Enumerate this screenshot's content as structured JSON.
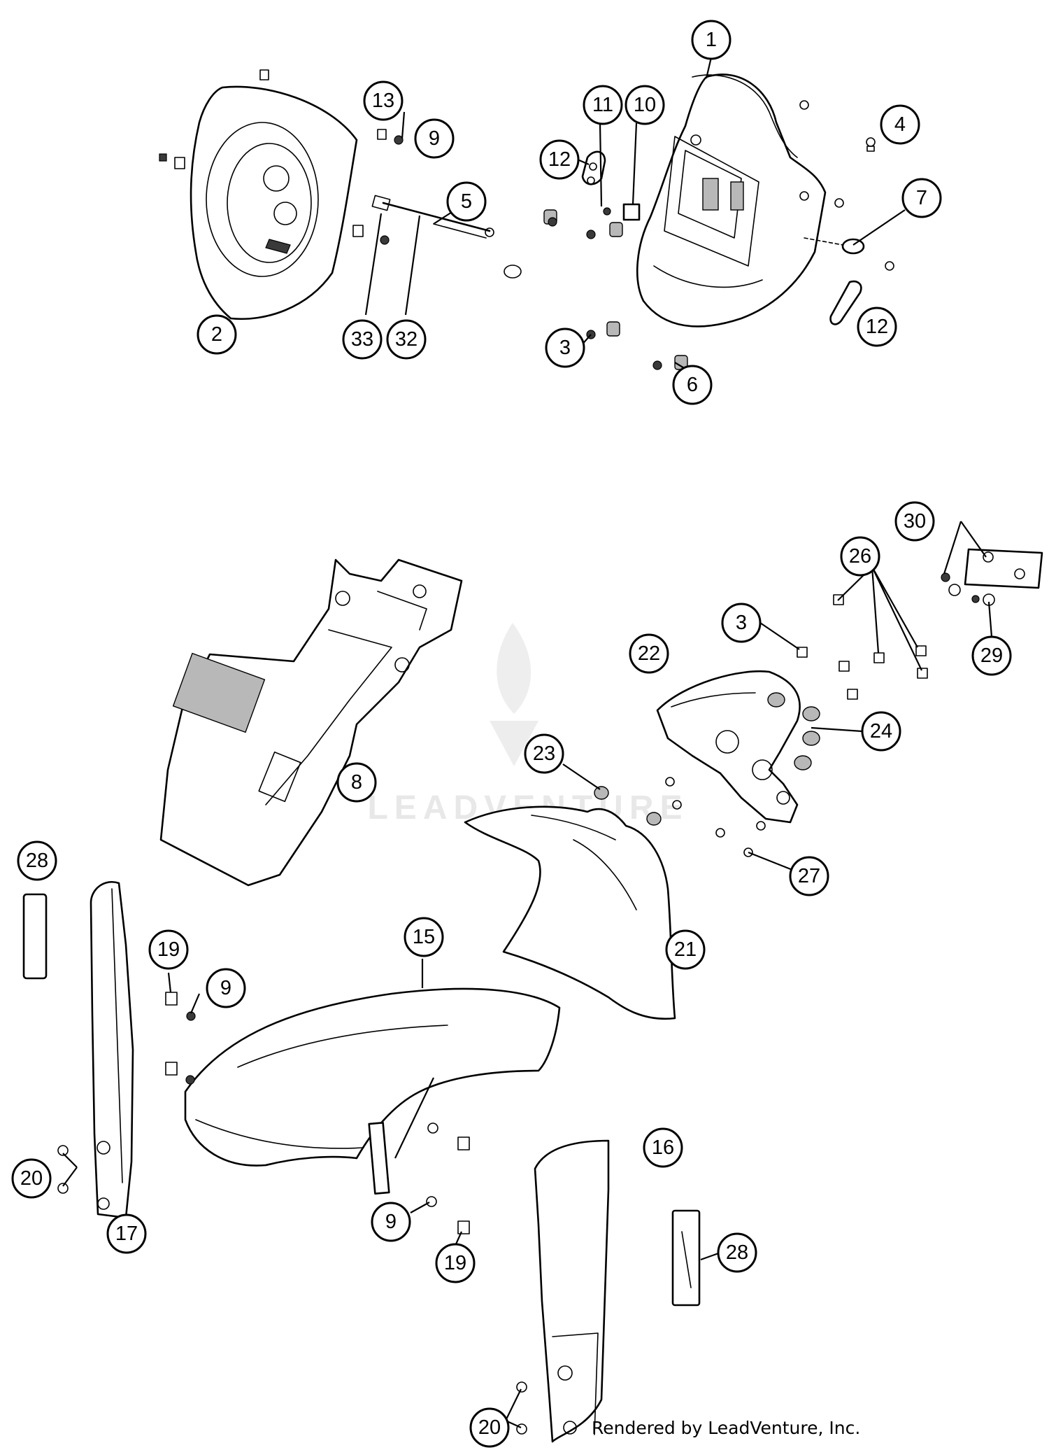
{
  "watermark": {
    "text": "LEADVENTURE"
  },
  "credit": "Rendered by LeadVenture, Inc.",
  "callouts": [
    {
      "id": "c1",
      "label": "1"
    },
    {
      "id": "c13",
      "label": "13"
    },
    {
      "id": "c9a",
      "label": "9"
    },
    {
      "id": "c11",
      "label": "11"
    },
    {
      "id": "c10",
      "label": "10"
    },
    {
      "id": "c4",
      "label": "4"
    },
    {
      "id": "c12a",
      "label": "12"
    },
    {
      "id": "c5",
      "label": "5"
    },
    {
      "id": "c7",
      "label": "7"
    },
    {
      "id": "c2",
      "label": "2"
    },
    {
      "id": "c33",
      "label": "33"
    },
    {
      "id": "c32",
      "label": "32"
    },
    {
      "id": "c3a",
      "label": "3"
    },
    {
      "id": "c12b",
      "label": "12"
    },
    {
      "id": "c6",
      "label": "6"
    },
    {
      "id": "c30",
      "label": "30"
    },
    {
      "id": "c26",
      "label": "26"
    },
    {
      "id": "c3b",
      "label": "3"
    },
    {
      "id": "c29",
      "label": "29"
    },
    {
      "id": "c22",
      "label": "22"
    },
    {
      "id": "c24",
      "label": "24"
    },
    {
      "id": "c23",
      "label": "23"
    },
    {
      "id": "c8",
      "label": "8"
    },
    {
      "id": "c27",
      "label": "27"
    },
    {
      "id": "c28a",
      "label": "28"
    },
    {
      "id": "c15",
      "label": "15"
    },
    {
      "id": "c19a",
      "label": "19"
    },
    {
      "id": "c9b",
      "label": "9"
    },
    {
      "id": "c21",
      "label": "21"
    },
    {
      "id": "c16",
      "label": "16"
    },
    {
      "id": "c20a",
      "label": "20"
    },
    {
      "id": "c17",
      "label": "17"
    },
    {
      "id": "c9c",
      "label": "9"
    },
    {
      "id": "c19b",
      "label": "19"
    },
    {
      "id": "c28b",
      "label": "28"
    },
    {
      "id": "c20b",
      "label": "20"
    }
  ],
  "colors": {
    "line": "#000000",
    "background": "#ffffff",
    "watermark": "#e6e6e6"
  }
}
